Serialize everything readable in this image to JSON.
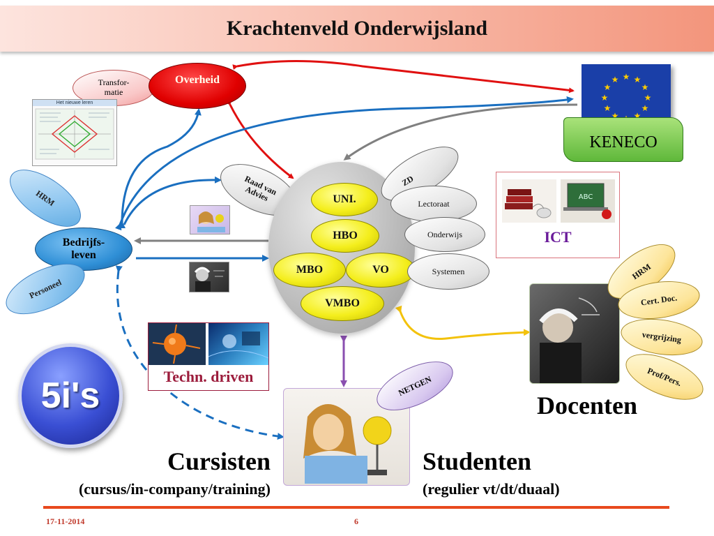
{
  "title": "Krachtenveld Onderwijsland",
  "nodes": {
    "overheid": "Overheid",
    "transformatie": "Transfor-\nmatie",
    "chart_thumb_title": "Het nieuwe leren",
    "hrm_left": "HRM",
    "bedrijfsleven": "Bedrijfs-\nleven",
    "personeel": "Personeel",
    "raad": "Raad van\nAdvies",
    "uni": "UNI.",
    "hbo": "HBO",
    "mbo": "MBO",
    "vo": "VO",
    "vmbo": "VMBO",
    "zd": "ZD",
    "lectoraat": "Lectoraat",
    "onderwijs": "Onderwijs",
    "systemen": "Systemen",
    "keneco": "KENECO",
    "ict": "ICT",
    "techn_driven": "Techn. driven",
    "netgen": "NETGEN",
    "hrm_right": "HRM",
    "cert_doc": "Cert. Doc.",
    "vergrijzing": "vergrijzing",
    "prof_pers": "Prof/Pers.",
    "logo": "5i's"
  },
  "labels": {
    "cursisten": "Cursisten",
    "cursisten_sub": "(cursus/in-company/training)",
    "studenten": "Studenten",
    "studenten_sub": "(regulier vt/dt/duaal)",
    "docenten": "Docenten"
  },
  "footer": {
    "date": "17-11-2014",
    "page": "6"
  },
  "colors": {
    "arrow_red": "#e01010",
    "arrow_blue": "#1a6fc0",
    "arrow_gray": "#808080",
    "arrow_purple": "#8a4fb0",
    "arrow_yellow": "#f3c20c",
    "ict_text": "#6a1b9a",
    "techn_text": "#9c1c3c"
  }
}
